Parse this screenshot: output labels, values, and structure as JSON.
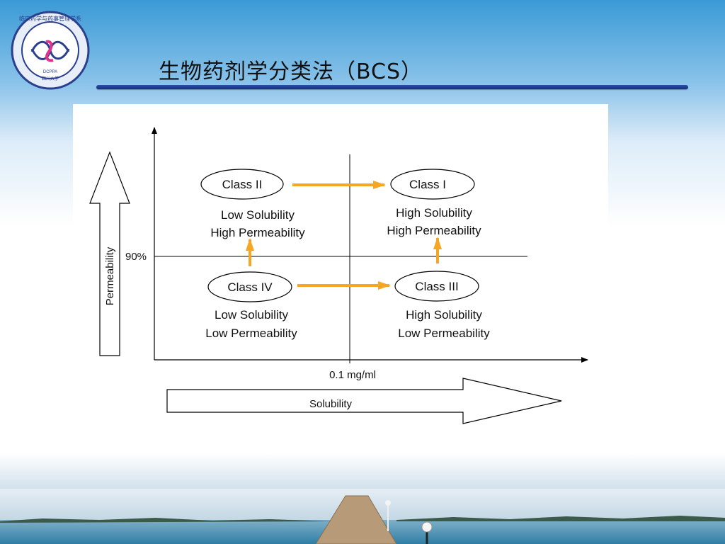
{
  "slide": {
    "title": "生物药剂学分类法（BCS）"
  },
  "logo": {
    "ring_text": "临床药学与药事管理学系",
    "inner_text": "四川大学",
    "caption": "DCPPA"
  },
  "diagram": {
    "y_axis_label": "Permeability",
    "x_axis_label": "Solubility",
    "y_threshold": "90%",
    "x_threshold": "0.1 mg/ml",
    "classes": {
      "class2": {
        "name": "Class II",
        "line1": "Low Solubility",
        "line2": "High Permeability"
      },
      "class1": {
        "name": "Class I",
        "line1": "High Solubility",
        "line2": "High Permeability"
      },
      "class4": {
        "name": "Class IV",
        "line1": "Low Solubility",
        "line2": "Low Permeability"
      },
      "class3": {
        "name": "Class III",
        "line1": "High Solubility",
        "line2": "Low Permeability"
      }
    },
    "colors": {
      "arrow": "#f5a623",
      "line": "#000000",
      "text": "#111111"
    }
  }
}
